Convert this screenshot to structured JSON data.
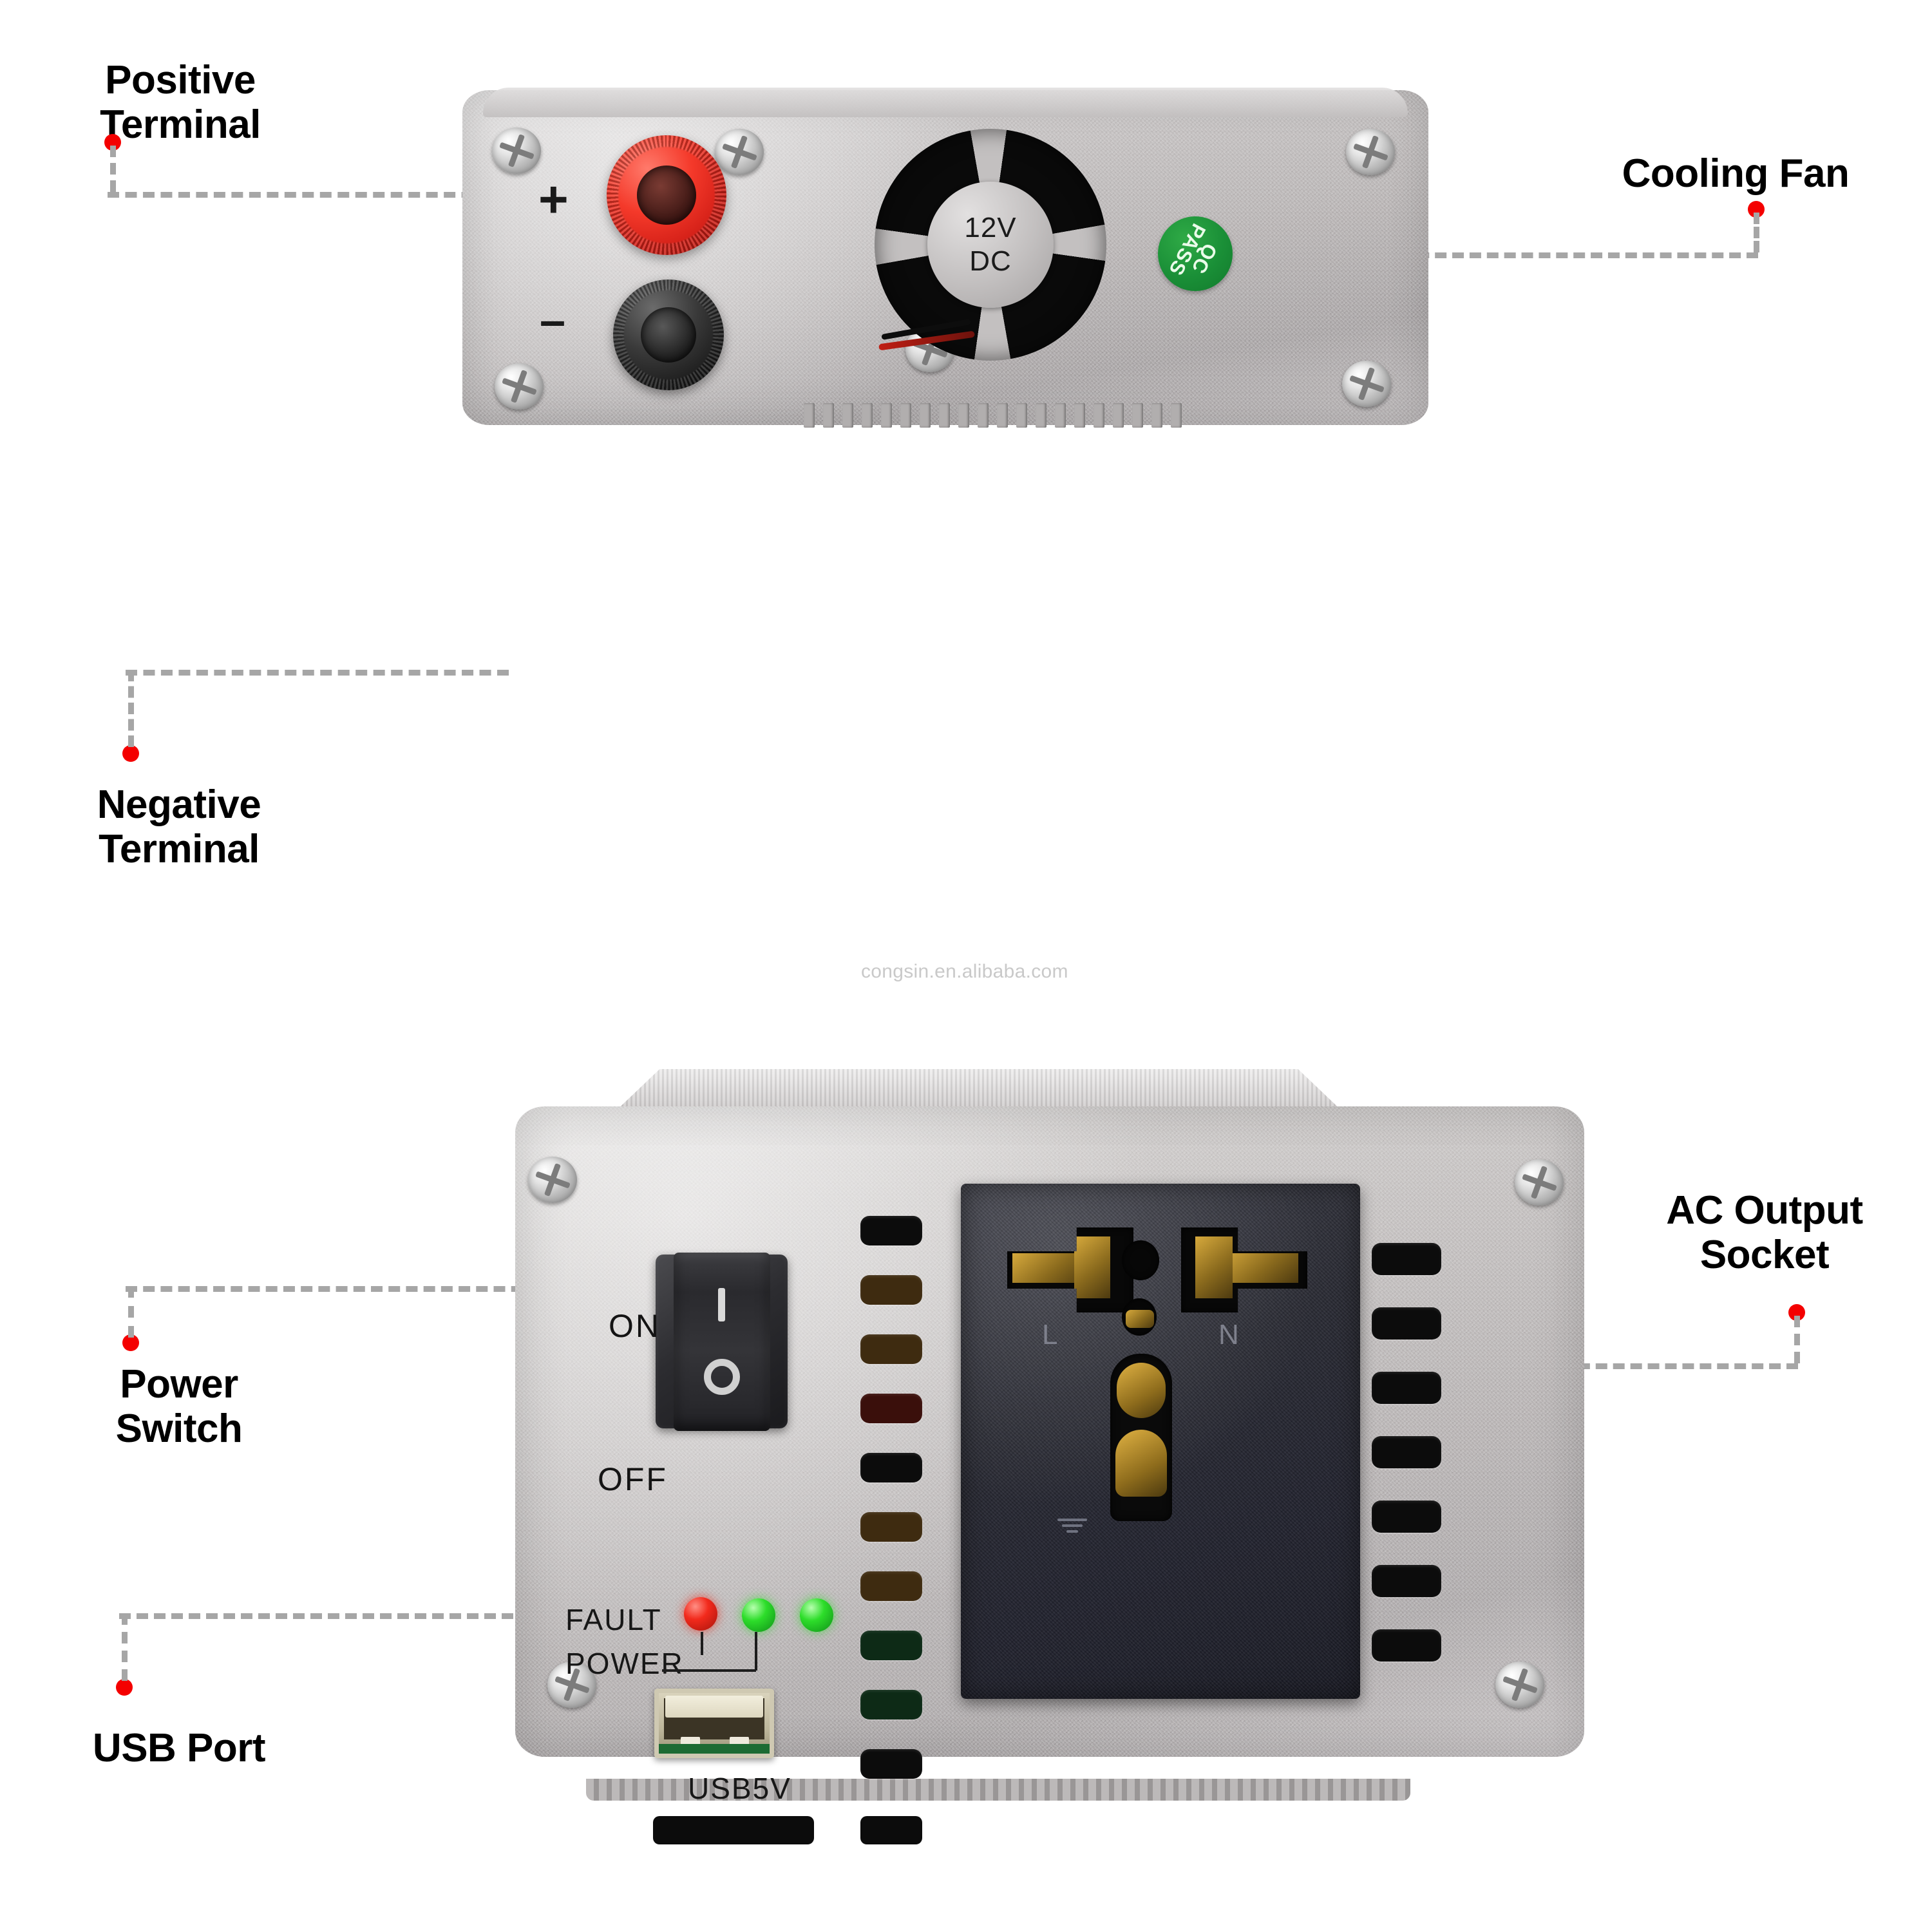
{
  "watermark": "congsin.en.alibaba.com",
  "colors": {
    "callout_dot": "#f40000",
    "leader_line": "#a6a6a6",
    "led_fault": "#f22a1c",
    "led_power": "#2ddd2a",
    "qc_sticker": "#1a8f37",
    "positive_post": "#d8231a",
    "negative_post": "#1c1c1c"
  },
  "callouts": [
    {
      "id": "positive-terminal",
      "label": "Positive\nTerminal"
    },
    {
      "id": "negative-terminal",
      "label": "Negative\nTerminal"
    },
    {
      "id": "cooling-fan",
      "label": "Cooling Fan"
    },
    {
      "id": "power-switch",
      "label": "Power\nSwitch"
    },
    {
      "id": "usb-port",
      "label": "USB Port"
    },
    {
      "id": "ac-output-socket",
      "label": "AC Output\nSocket"
    }
  ],
  "top_unit": {
    "name": "inverter-rear-panel",
    "positive_symbol": "+",
    "negative_symbol": "–",
    "fan": {
      "line1": "12V",
      "line2": "DC"
    },
    "qc_sticker": {
      "line1": "QC",
      "line2": "PASS"
    }
  },
  "bottom_unit": {
    "name": "inverter-front-panel",
    "switch": {
      "on_label": "ON",
      "off_label": "OFF",
      "on_symbol": "I",
      "off_symbol": "O"
    },
    "indicators": {
      "fault_label": "FAULT",
      "power_label": "POWER"
    },
    "usb_label": "USB5V",
    "socket": {
      "live_mark": "L",
      "neutral_mark": "N"
    }
  }
}
